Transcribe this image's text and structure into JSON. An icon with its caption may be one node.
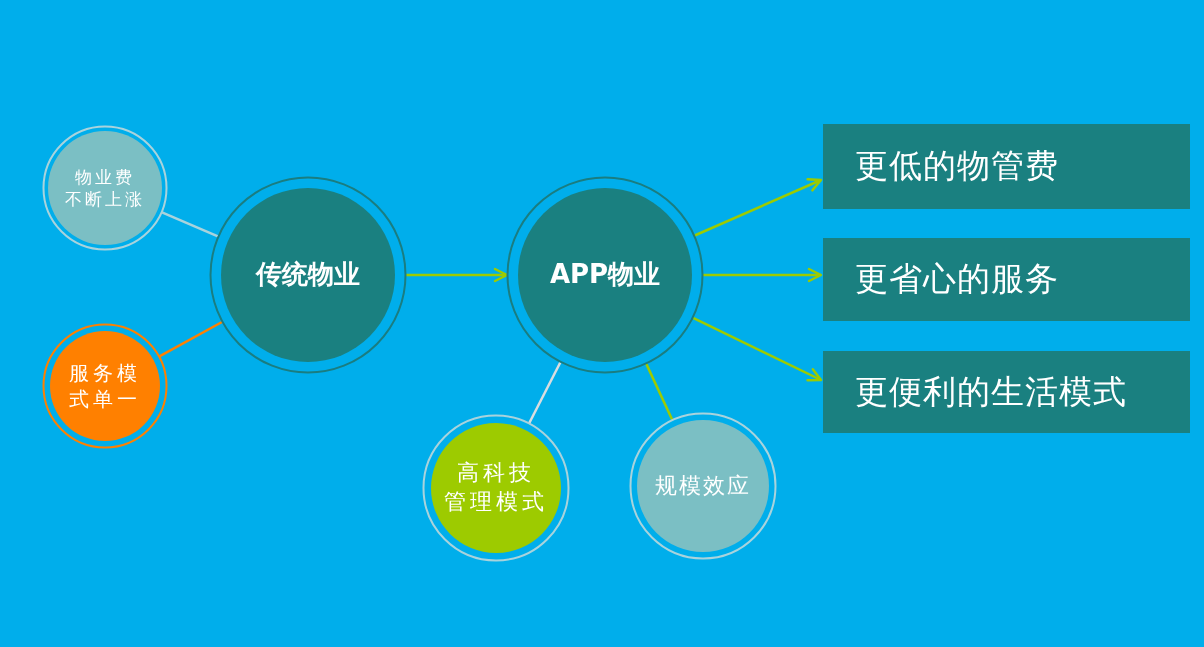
{
  "diagram": {
    "nodes": [
      {
        "text": [
          "物业费不断上涨"
        ]
      },
      {
        "text": [
          "服务模式单一"
        ]
      },
      {
        "text": [
          "传统物业"
        ]
      },
      {
        "text": [
          "APP物业"
        ]
      },
      {
        "text": [
          "高科技管理模式"
        ]
      },
      {
        "text": [
          "规模效应"
        ]
      },
      {
        "text": [
          "更低的物管费"
        ]
      },
      {
        "text": [
          "更省心的服务"
        ]
      },
      {
        "text": [
          "更便利的生活模式"
        ]
      }
    ],
    "edges": [
      {
        "from": 0,
        "to": 2,
        "arrow": "none",
        "color": "#a9d3dc"
      },
      {
        "from": 1,
        "to": 2,
        "arrow": "none",
        "color": "#ff8000"
      },
      {
        "from": 2,
        "to": 3,
        "arrow": "to"
      },
      {
        "from": 3,
        "to": 4,
        "arrow": "none",
        "color": "#d9dde0"
      },
      {
        "from": 3,
        "to": 5,
        "arrow": "none"
      },
      {
        "from": 3,
        "to": 6,
        "arrow": "to"
      },
      {
        "from": 3,
        "to": 7,
        "arrow": "to"
      },
      {
        "from": 3,
        "to": 8,
        "arrow": "to"
      }
    ]
  }
}
